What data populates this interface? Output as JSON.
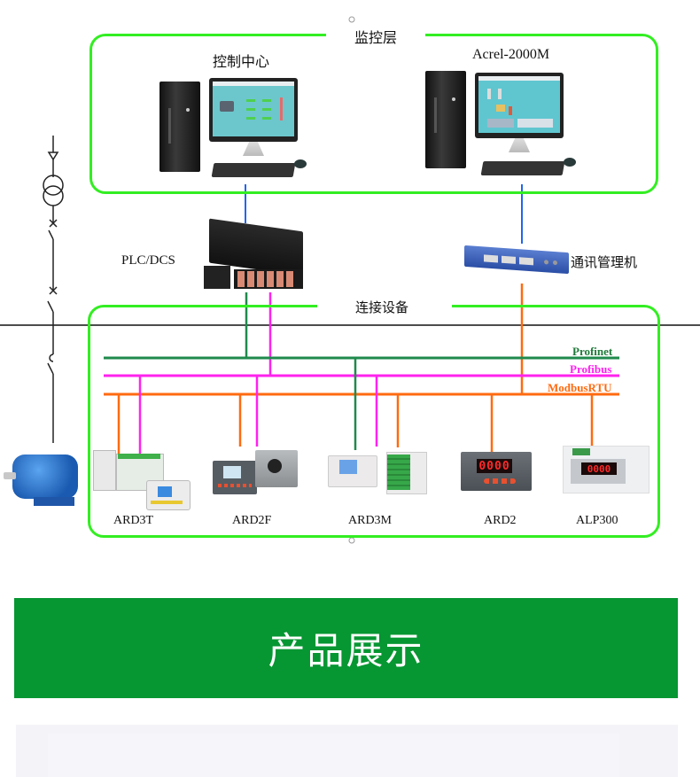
{
  "diagram": {
    "layers": {
      "monitoring": {
        "title": "监控层"
      },
      "connection": {
        "title": "连接设备"
      }
    },
    "workstations": [
      {
        "label": "控制中心"
      },
      {
        "label": "Acrel-2000M"
      }
    ],
    "controllers": {
      "plc": {
        "label": "PLC/DCS"
      },
      "gateway": {
        "label": "通讯管理机"
      }
    },
    "buses": [
      {
        "name": "Profinet",
        "color": "#1f8a4c"
      },
      {
        "name": "Profibus",
        "color": "#ff22ee"
      },
      {
        "name": "ModbusRTU",
        "color": "#ff6a10"
      }
    ],
    "uplink_color": "#2266ee",
    "frame_color": "#33ee22",
    "devices": [
      {
        "label": "ARD3T"
      },
      {
        "label": "ARD2F"
      },
      {
        "label": "ARD3M"
      },
      {
        "label": "ARD2"
      },
      {
        "label": "ALP300"
      }
    ],
    "ard2_display": "0000",
    "alp300_display": "0000"
  },
  "banner": {
    "title": "产品展示",
    "color": "#069632"
  }
}
